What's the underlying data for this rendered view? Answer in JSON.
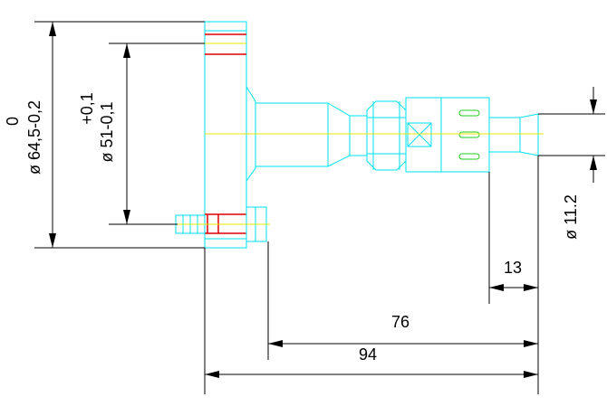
{
  "dimensions": {
    "outer_diameter": {
      "value": "ø 64,5-0,2",
      "tolerance_upper": "0"
    },
    "inner_diameter": {
      "value": "ø 51-0,1",
      "tolerance_upper": "+0,1"
    },
    "tip_diameter": "ø 11.2",
    "length_13": "13",
    "length_76": "76",
    "length_94": "94"
  },
  "colors": {
    "part_outline": "#00e0f0",
    "centerline": "#e8e800",
    "hatch_red": "#e00000",
    "slot_green": "#22cc22",
    "dimension": "#000000"
  }
}
